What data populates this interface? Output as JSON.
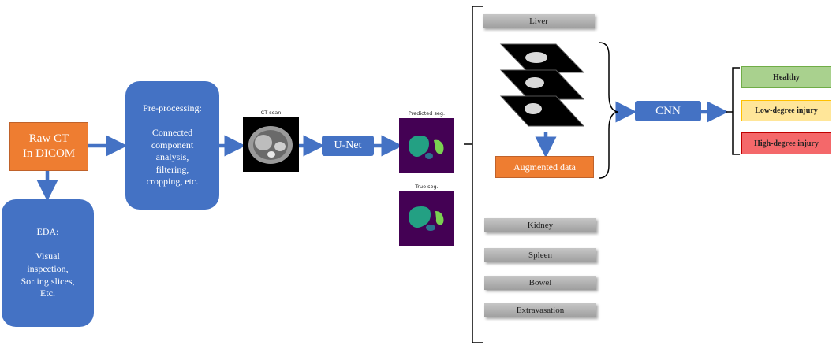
{
  "nodes": {
    "raw_ct": "Raw CT\nIn DICOM",
    "eda": "EDA:\n\nVisual\ninspection,\nSorting slices,\nEtc.",
    "preprocessing": "Pre-processing:\n\nConnected\ncomponent\nanalysis,\nfiltering,\ncropping, etc.",
    "unet": "U-Net",
    "cnn": "CNN",
    "augmented": "Augmented data"
  },
  "images": {
    "ct_caption": "CT scan",
    "predicted_caption": "Predicted seg.",
    "true_caption": "True seg."
  },
  "organs": [
    "Liver",
    "Kidney",
    "Spleen",
    "Bowel",
    "Extravasation"
  ],
  "outputs": {
    "healthy": "Healthy",
    "low": "Low-degree injury",
    "high": "High-degree injury"
  },
  "colors": {
    "orange": "#ee7d31",
    "blue": "#4472c4",
    "healthy": "#a9d18e",
    "low": "#ffe699",
    "high": "#f4686a",
    "seg_bg": "#440154",
    "seg_teal": "#23a083",
    "seg_green": "#7ad151"
  }
}
